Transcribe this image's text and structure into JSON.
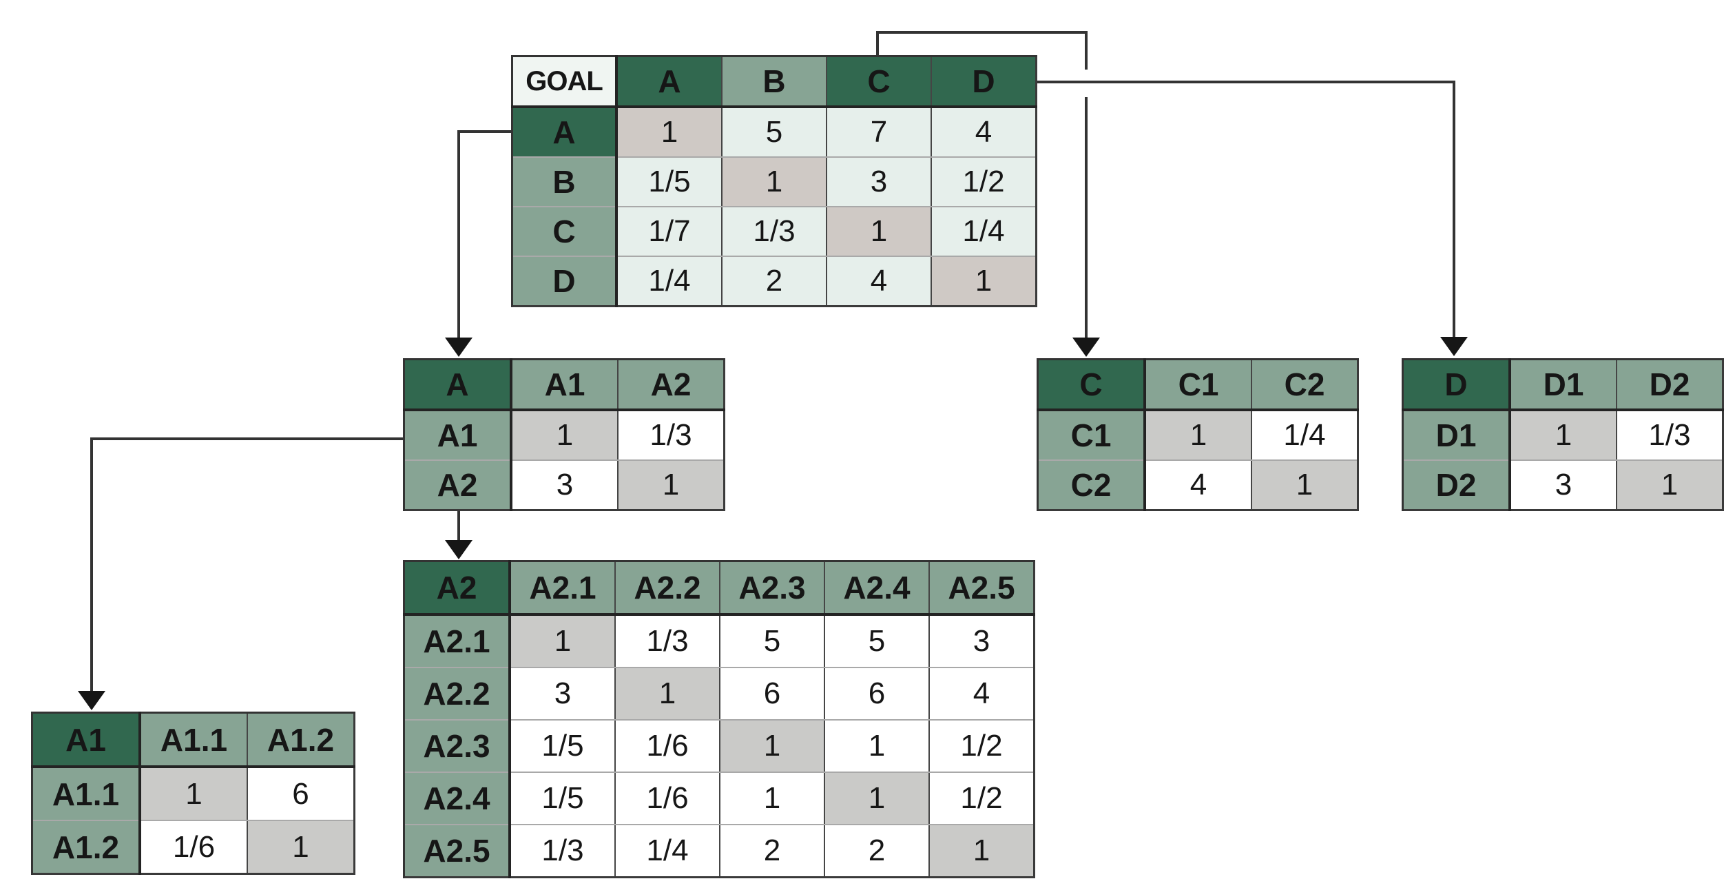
{
  "colors": {
    "dark_green": "#31684f",
    "sage_green": "#87a494",
    "header_text": "#d8f0dd",
    "mint_cell": "#e6efeb",
    "white_cell": "#ffffff",
    "diagonal_goal": "#cfc9c5",
    "diagonal_sub": "#cacac8",
    "goal_corner_bg": "#f0f5f2",
    "connector_line": "#333333"
  },
  "tables": {
    "goal": {
      "corner": "GOAL",
      "corner_style": "plain",
      "cell_style": "mint",
      "diag_style": "goal",
      "columns": [
        {
          "label": "A",
          "style": "dark"
        },
        {
          "label": "B",
          "style": "sage"
        },
        {
          "label": "C",
          "style": "dark"
        },
        {
          "label": "D",
          "style": "dark"
        }
      ],
      "rows": [
        {
          "label": "A",
          "style": "dark",
          "values": [
            "1",
            "5",
            "7",
            "4"
          ]
        },
        {
          "label": "B",
          "style": "sage",
          "values": [
            "1/5",
            "1",
            "3",
            "1/2"
          ]
        },
        {
          "label": "C",
          "style": "sage",
          "values": [
            "1/7",
            "1/3",
            "1",
            "1/4"
          ]
        },
        {
          "label": "D",
          "style": "sage",
          "values": [
            "1/4",
            "2",
            "4",
            "1"
          ]
        }
      ]
    },
    "a": {
      "corner": "A",
      "corner_style": "dark",
      "cell_style": "white",
      "diag_style": "sub",
      "columns": [
        {
          "label": "A1",
          "style": "sage"
        },
        {
          "label": "A2",
          "style": "sage"
        }
      ],
      "rows": [
        {
          "label": "A1",
          "style": "sage",
          "values": [
            "1",
            "1/3"
          ]
        },
        {
          "label": "A2",
          "style": "sage",
          "values": [
            "3",
            "1"
          ]
        }
      ]
    },
    "c": {
      "corner": "C",
      "corner_style": "dark",
      "cell_style": "white",
      "diag_style": "sub",
      "columns": [
        {
          "label": "C1",
          "style": "sage"
        },
        {
          "label": "C2",
          "style": "sage"
        }
      ],
      "rows": [
        {
          "label": "C1",
          "style": "sage",
          "values": [
            "1",
            "1/4"
          ]
        },
        {
          "label": "C2",
          "style": "sage",
          "values": [
            "4",
            "1"
          ]
        }
      ]
    },
    "d": {
      "corner": "D",
      "corner_style": "dark",
      "cell_style": "white",
      "diag_style": "sub",
      "columns": [
        {
          "label": "D1",
          "style": "sage"
        },
        {
          "label": "D2",
          "style": "sage"
        }
      ],
      "rows": [
        {
          "label": "D1",
          "style": "sage",
          "values": [
            "1",
            "1/3"
          ]
        },
        {
          "label": "D2",
          "style": "sage",
          "values": [
            "3",
            "1"
          ]
        }
      ]
    },
    "a2": {
      "corner": "A2",
      "corner_style": "dark",
      "cell_style": "white",
      "diag_style": "sub",
      "columns": [
        {
          "label": "A2.1",
          "style": "sage"
        },
        {
          "label": "A2.2",
          "style": "sage"
        },
        {
          "label": "A2.3",
          "style": "sage"
        },
        {
          "label": "A2.4",
          "style": "sage"
        },
        {
          "label": "A2.5",
          "style": "sage"
        }
      ],
      "rows": [
        {
          "label": "A2.1",
          "style": "sage",
          "values": [
            "1",
            "1/3",
            "5",
            "5",
            "3"
          ]
        },
        {
          "label": "A2.2",
          "style": "sage",
          "values": [
            "3",
            "1",
            "6",
            "6",
            "4"
          ]
        },
        {
          "label": "A2.3",
          "style": "sage",
          "values": [
            "1/5",
            "1/6",
            "1",
            "1",
            "1/2"
          ]
        },
        {
          "label": "A2.4",
          "style": "sage",
          "values": [
            "1/5",
            "1/6",
            "1",
            "1",
            "1/2"
          ]
        },
        {
          "label": "A2.5",
          "style": "sage",
          "values": [
            "1/3",
            "1/4",
            "2",
            "2",
            "1"
          ]
        }
      ]
    },
    "a1": {
      "corner": "A1",
      "corner_style": "dark",
      "cell_style": "white",
      "diag_style": "sub",
      "columns": [
        {
          "label": "A1.1",
          "style": "sage"
        },
        {
          "label": "A1.2",
          "style": "sage"
        }
      ],
      "rows": [
        {
          "label": "A1.1",
          "style": "sage",
          "values": [
            "1",
            "6"
          ]
        },
        {
          "label": "A1.2",
          "style": "sage",
          "values": [
            "1/6",
            "1"
          ]
        }
      ]
    }
  },
  "connectors": [
    {
      "id": "goal-to-a",
      "from": "GOAL matrix row A",
      "to": "A matrix"
    },
    {
      "id": "goal-to-c",
      "from": "GOAL matrix column C",
      "to": "C matrix"
    },
    {
      "id": "goal-to-d",
      "from": "GOAL matrix column D",
      "to": "D matrix"
    },
    {
      "id": "a-to-a1",
      "from": "A matrix row A1",
      "to": "A1 matrix"
    },
    {
      "id": "a-to-a2",
      "from": "A matrix row A2",
      "to": "A2 matrix"
    }
  ]
}
